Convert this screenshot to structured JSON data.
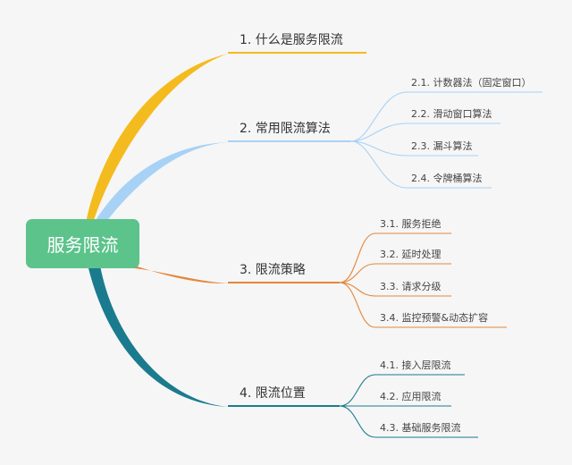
{
  "root": {
    "label": "服务限流"
  },
  "colors": {
    "background": "#f6f6f6",
    "root": "#5cc38b",
    "branch1": "#f4bb1e",
    "branch2": "#a7d2f6",
    "branch3": "#e4873a",
    "branch4": "#1b7b8e"
  },
  "branches": [
    {
      "label": "1. 什么是服务限流",
      "color": "#f4bb1e",
      "children": []
    },
    {
      "label": "2. 常用限流算法",
      "color": "#a7d2f6",
      "children": [
        {
          "label": "2.1.  计数器法（固定窗口）"
        },
        {
          "label": "2.2.  滑动窗口算法"
        },
        {
          "label": "2.3.  漏斗算法"
        },
        {
          "label": "2.4.  令牌桶算法"
        }
      ]
    },
    {
      "label": "3. 限流策略",
      "color": "#e4873a",
      "children": [
        {
          "label": "3.1.  服务拒绝"
        },
        {
          "label": "3.2.  延时处理"
        },
        {
          "label": "3.3.  请求分级"
        },
        {
          "label": "3.4.  监控预警&动态扩容"
        }
      ]
    },
    {
      "label": "4. 限流位置",
      "color": "#1b7b8e",
      "children": [
        {
          "label": "4.1.  接入层限流"
        },
        {
          "label": "4.2.  应用限流"
        },
        {
          "label": "4.3.  基础服务限流"
        }
      ]
    }
  ]
}
